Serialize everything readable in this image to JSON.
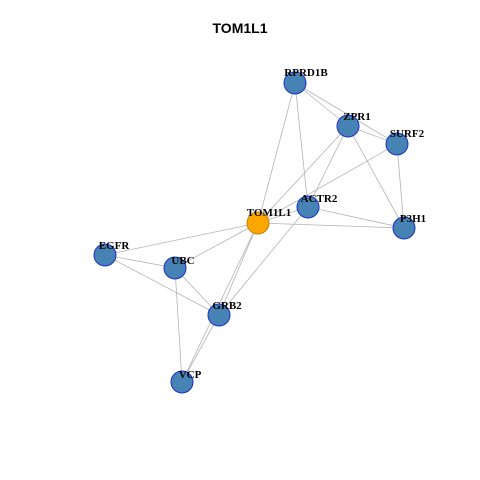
{
  "title": "TOM1L1",
  "colors": {
    "node_fill": "#4682B4",
    "node_stroke": "#1C2FC8",
    "center_fill": "#FFA500",
    "center_stroke": "#B8860B",
    "edge": "#B4B4B4"
  },
  "nodes": [
    {
      "id": "TOM1L1",
      "label": "TOM1L1",
      "center": true
    },
    {
      "id": "RPRD1B",
      "label": "RPRD1B"
    },
    {
      "id": "ZPR1",
      "label": "ZPR1"
    },
    {
      "id": "SURF2",
      "label": "SURF2"
    },
    {
      "id": "ACTR2",
      "label": "ACTR2"
    },
    {
      "id": "P3H1",
      "label": "P3H1"
    },
    {
      "id": "EGFR",
      "label": "EGFR"
    },
    {
      "id": "UBC",
      "label": "UBC"
    },
    {
      "id": "GRB2",
      "label": "GRB2"
    },
    {
      "id": "VCP",
      "label": "VCP"
    }
  ],
  "edges": [
    [
      "RPRD1B",
      "ZPR1"
    ],
    [
      "RPRD1B",
      "SURF2"
    ],
    [
      "RPRD1B",
      "TOM1L1"
    ],
    [
      "RPRD1B",
      "ACTR2"
    ],
    [
      "ZPR1",
      "SURF2"
    ],
    [
      "ZPR1",
      "TOM1L1"
    ],
    [
      "ZPR1",
      "ACTR2"
    ],
    [
      "ZPR1",
      "P3H1"
    ],
    [
      "SURF2",
      "P3H1"
    ],
    [
      "SURF2",
      "TOM1L1"
    ],
    [
      "ACTR2",
      "TOM1L1"
    ],
    [
      "ACTR2",
      "P3H1"
    ],
    [
      "ACTR2",
      "GRB2"
    ],
    [
      "TOM1L1",
      "P3H1"
    ],
    [
      "TOM1L1",
      "EGFR"
    ],
    [
      "TOM1L1",
      "UBC"
    ],
    [
      "TOM1L1",
      "GRB2"
    ],
    [
      "TOM1L1",
      "VCP"
    ],
    [
      "EGFR",
      "UBC"
    ],
    [
      "EGFR",
      "GRB2"
    ],
    [
      "UBC",
      "GRB2"
    ],
    [
      "UBC",
      "VCP"
    ],
    [
      "GRB2",
      "VCP"
    ]
  ]
}
